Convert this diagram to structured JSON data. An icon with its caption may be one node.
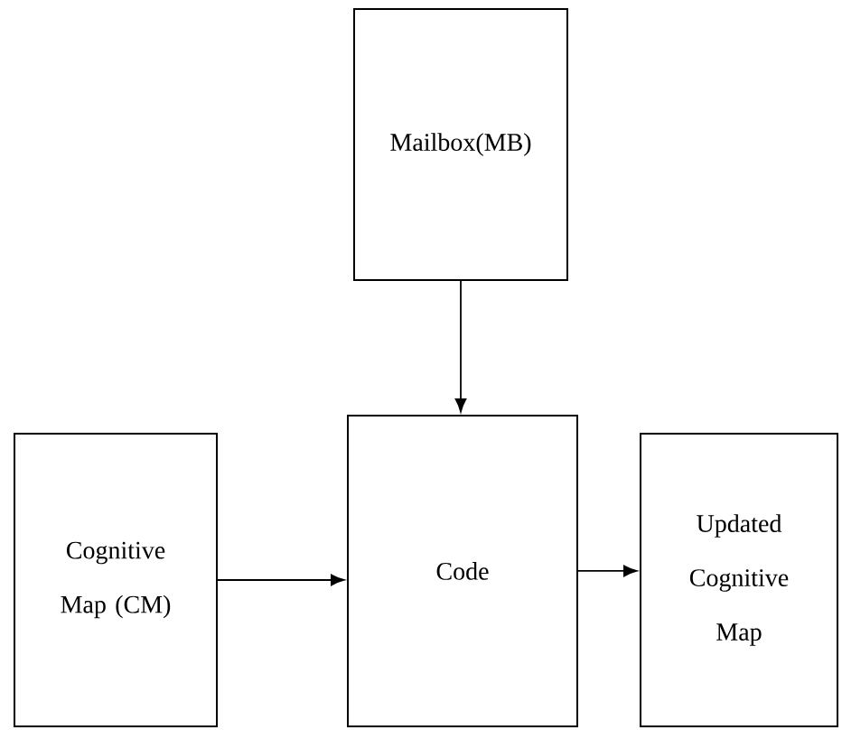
{
  "diagram": {
    "nodes": [
      {
        "text": [
          "Mailbox(MB)"
        ]
      },
      {
        "text": [
          "Cognitive Map (CM)"
        ]
      },
      {
        "text": [
          "Code"
        ]
      },
      {
        "text": [
          "Updated Cognitive Map"
        ]
      }
    ],
    "edges": [
      {
        "from": 0,
        "to": 2,
        "arrow": "to"
      },
      {
        "from": 1,
        "to": 2,
        "arrow": "to"
      },
      {
        "from": 2,
        "to": 3,
        "arrow": "to"
      }
    ]
  }
}
